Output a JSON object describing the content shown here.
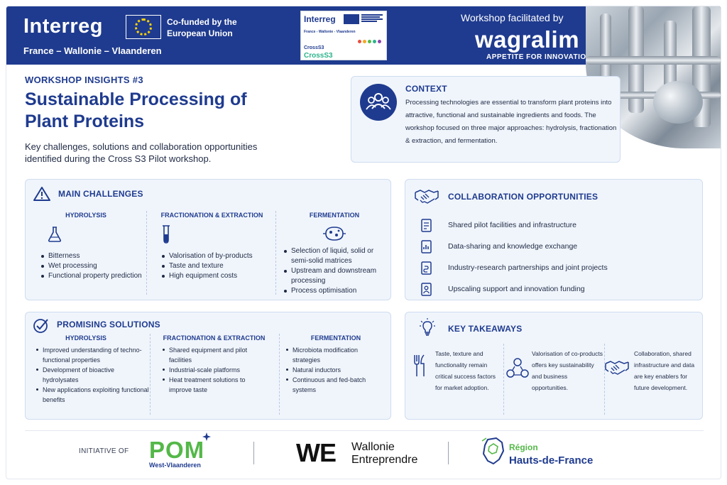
{
  "header": {
    "program_title": "Interreg",
    "cofunded": "Co-funded by the European Union",
    "region_line": "France – Wallonie – Vlaanderen",
    "crosss3_logo": {
      "interreg": "Interreg",
      "region": "France - Wallonie - Vlaanderen",
      "name_small": "CrossS3",
      "name_large": "CrossS3"
    },
    "facilitated_by": "Workshop facilitated by",
    "facilitator": "wagralim",
    "facilitator_tagline": "APPETITE FOR INNOVATION"
  },
  "intro": {
    "tag": "WORKSHOP INSIGHTS #3",
    "title": "Sustainable Processing of Plant Proteins",
    "description": "Key challenges, solutions and collaboration opportunities identified during the Cross S3 Pilot workshop."
  },
  "context": {
    "title": "CONTEXT",
    "text": "Processing technologies are essential to transform plant proteins into attractive, functional and sustainable ingredients and foods. The workshop focused on three major approaches: hydrolysis, fractionation & extraction, and fermentation."
  },
  "challenges": {
    "title": "MAIN CHALLENGES",
    "columns": [
      {
        "heading": "HYDROLYSIS",
        "items": [
          "Bitterness",
          "Wet processing",
          "Functional property prediction"
        ]
      },
      {
        "heading": "FRACTIONATION & EXTRACTION",
        "items": [
          "Valorisation of by-products",
          "Taste and texture",
          "High equipment costs"
        ]
      },
      {
        "heading": "FERMENTATION",
        "items": [
          "Selection of liquid, solid or semi-solid matrices",
          "Upstream and downstream processing",
          "Process optimisation"
        ]
      }
    ]
  },
  "solutions": {
    "title": "PROMISING SOLUTIONS",
    "columns": [
      {
        "heading": "HYDROLYSIS",
        "items": [
          "Improved understanding of techno-functional properties",
          "Development of bioactive hydrolysates",
          "New applications exploiting functional benefits"
        ]
      },
      {
        "heading": "FRACTIONATION & EXTRACTION",
        "items": [
          "Shared equipment and pilot facilities",
          "Industrial-scale platforms",
          "Heat treatment solutions to improve taste"
        ]
      },
      {
        "heading": "FERMENTATION",
        "items": [
          "Microbiota modification strategies",
          "Natural inductors",
          "Continuous and fed-batch systems"
        ]
      }
    ]
  },
  "collaboration": {
    "title": "COLLABORATION OPPORTUNITIES",
    "items": [
      "Shared pilot facilities and infrastructure",
      "Data-sharing and knowledge exchange",
      "Industry-research partnerships and joint projects",
      "Upscaling support and innovation funding"
    ]
  },
  "takeaways": {
    "title": "KEY TAKEAWAYS",
    "items": [
      "Taste, texture and functionality remain critical success factors for market adoption.",
      "Valorisation of co-products offers key sustainability and business opportunities.",
      "Collaboration, shared infrastructure and data are key enablers for future development."
    ]
  },
  "footer": {
    "initiative_label": "INITIATIVE OF",
    "pom": "POM",
    "pom_sub": "West-Vlaanderen",
    "we": "WE",
    "wallonie_line1": "Wallonie",
    "wallonie_line2": "Entreprendre",
    "region_line1": "Région",
    "region_line2": "Hauts-de-France"
  },
  "colors": {
    "brand_blue": "#1f3b8f",
    "card_bg": "#f0f5fc",
    "pom_green": "#54b848",
    "crosss3_green": "#2bb38a"
  }
}
